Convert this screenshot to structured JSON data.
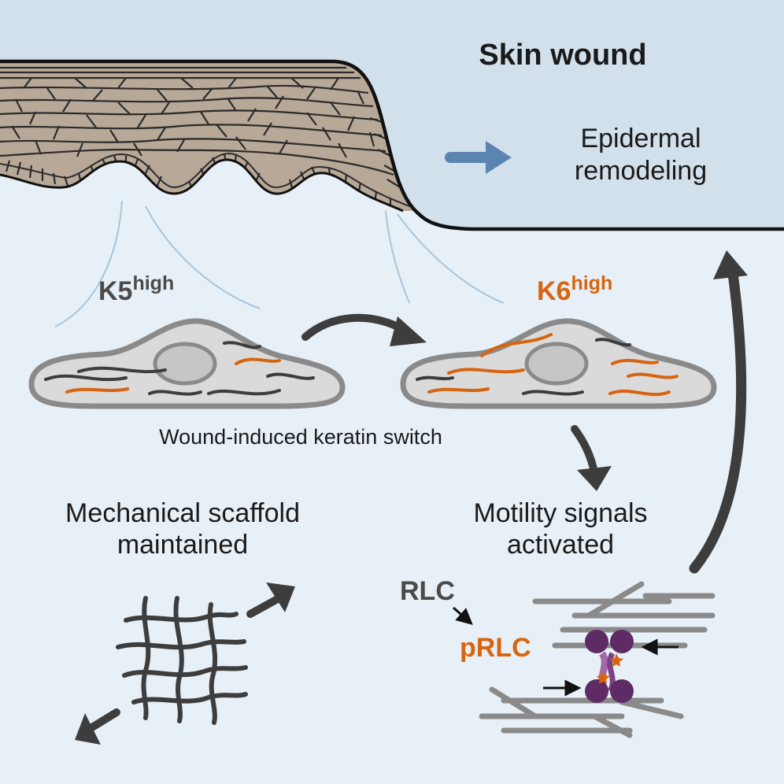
{
  "title": "Skin wound",
  "outcome": {
    "line1": "Epidermal",
    "line2": "remodeling"
  },
  "k5": {
    "base": "K5",
    "sup": "high"
  },
  "k6": {
    "base": "K6",
    "sup": "high"
  },
  "switch_label": "Wound-induced keratin switch",
  "scaffold": {
    "line1": "Mechanical scaffold",
    "line2": "maintained"
  },
  "motility": {
    "line1": "Motility signals",
    "line2": "activated"
  },
  "rlc": "RLC",
  "prlc": "pRLC",
  "colors": {
    "background": "#e8f0f7",
    "wound_panel": "#d2e0ec",
    "skin": "#b7a898",
    "keratin_orange": "#d7640f",
    "keratin_dark": "#3d3d3d",
    "myosin": "#5e2b65",
    "remodel_arrow": "#5b84b0"
  },
  "icons": [
    "remodeling-arrow-icon",
    "switch-arrow-icon",
    "signal-arrow-icon",
    "feedback-arrow-icon",
    "stretch-arrows-icon",
    "compression-arrows-icon"
  ]
}
